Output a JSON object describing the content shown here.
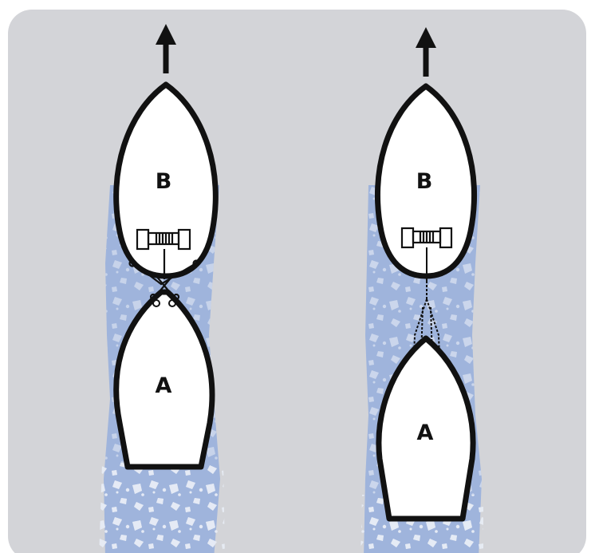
{
  "colors": {
    "background": "#d3d4d8",
    "wake": "#9fb4dc",
    "foam": "#e8edf6",
    "hull_fill": "#ffffff",
    "hull_outline": "#111111",
    "arrow": "#111111"
  },
  "panels": [
    {
      "id": "close-tow",
      "lead_ship": {
        "label": "B"
      },
      "towed_ship": {
        "label": "A"
      },
      "heading": "up"
    },
    {
      "id": "long-tow",
      "lead_ship": {
        "label": "B"
      },
      "towed_ship": {
        "label": "A"
      },
      "heading": "up"
    }
  ]
}
